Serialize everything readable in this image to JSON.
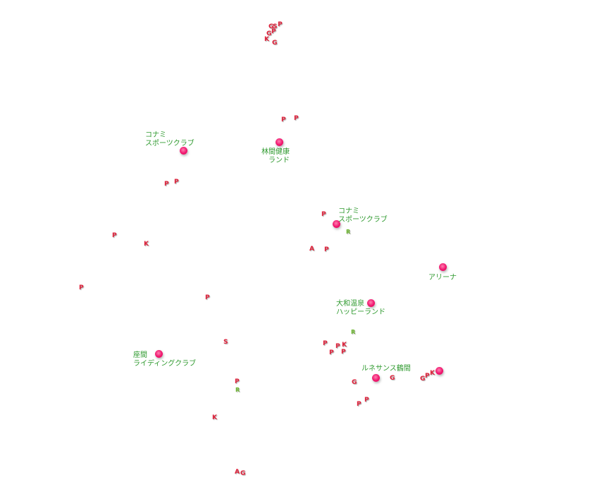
{
  "facilities": [
    {
      "label": [
        "コナミ",
        "スポーツクラブ"
      ]
    },
    {
      "label": [
        "林間健康",
        "ランド"
      ]
    },
    {
      "label": [
        "コナミ",
        "スポーツクラブ"
      ]
    },
    {
      "label": [
        "アリーナ"
      ]
    },
    {
      "label": [
        "大和温泉",
        "ハッピーランド"
      ]
    },
    {
      "label": [
        "座間",
        "ライディングクラブ"
      ]
    },
    {
      "label": [
        "ルネサンス鶴間"
      ]
    },
    {
      "label": []
    }
  ],
  "poi_markers": [
    "G",
    "S",
    "P",
    "G",
    "P",
    "K",
    "G",
    "P",
    "P",
    "P",
    "P",
    "P",
    "K",
    "P",
    "P",
    "P",
    "A",
    "P",
    "R",
    "S",
    "P",
    "R",
    "K",
    "A",
    "G",
    "R",
    "P",
    "P",
    "K",
    "P",
    "P",
    "G",
    "G",
    "G",
    "P",
    "K",
    "P",
    "P"
  ],
  "colors": {
    "facility": "#f0166e",
    "label": "#2f9a2f",
    "marker_red": "#e0203a",
    "marker_green": "#6ab82a"
  }
}
